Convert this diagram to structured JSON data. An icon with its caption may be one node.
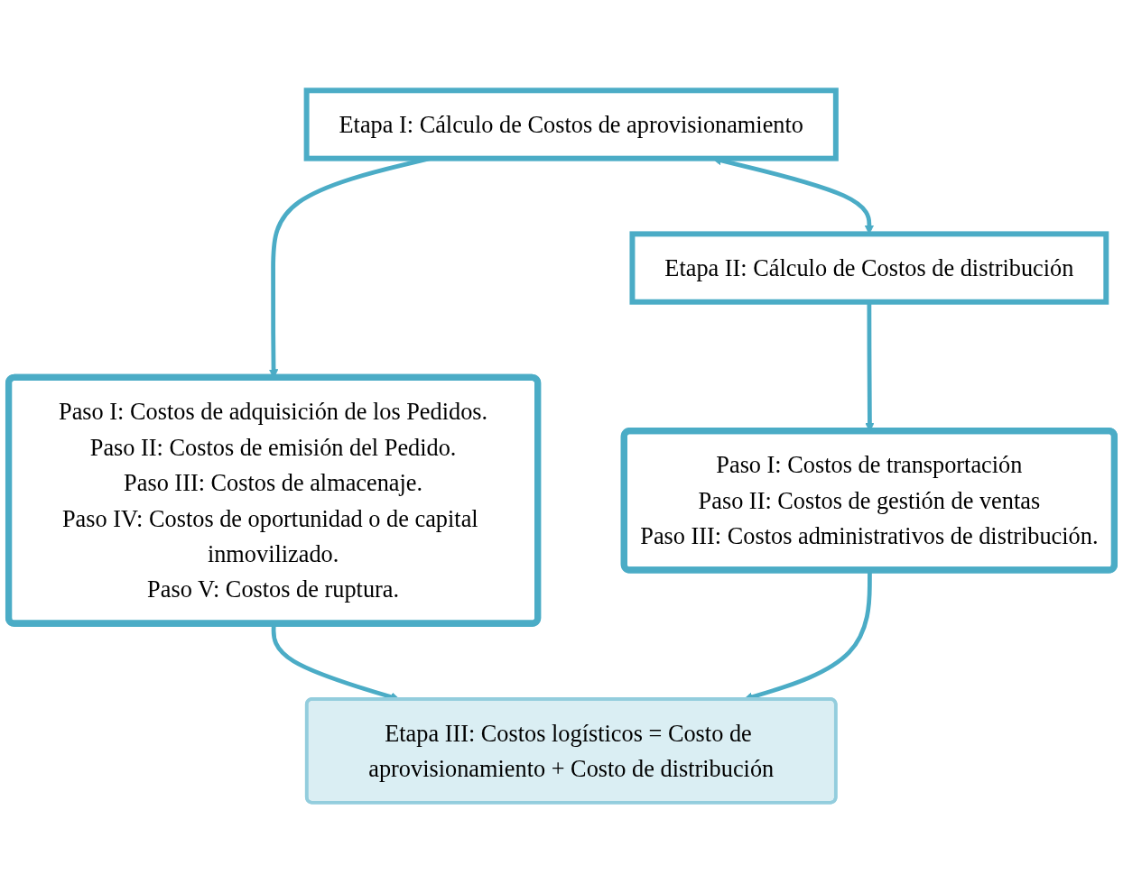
{
  "diagram": {
    "nodes": [
      {
        "text": [
          "Etapa I: Cálculo de Costos de aprovisionamiento"
        ]
      },
      {
        "text": [
          "Etapa II: Cálculo de Costos de distribución"
        ]
      },
      {
        "text": [
          "Paso I: Costos de adquisición de los Pedidos.",
          "Paso II: Costos de emisión del Pedido.",
          "Paso III: Costos de almacenaje.",
          "Paso IV: Costos de oportunidad o de capital inmovilizado.",
          "Paso V: Costos de ruptura."
        ]
      },
      {
        "text": [
          "Paso I: Costos de transportación",
          "Paso II: Costos de gestión de ventas",
          "Paso III: Costos administrativos de distribución."
        ]
      },
      {
        "text": [
          "Etapa III: Costos logísticos = Costo de aprovisionamiento + Costo de distribución"
        ]
      }
    ],
    "edges": [
      {
        "from": 0,
        "to": 1,
        "arrow": "both"
      },
      {
        "from": 0,
        "to": 2,
        "arrow": "to"
      },
      {
        "from": 1,
        "to": 3,
        "arrow": "to"
      },
      {
        "from": 2,
        "to": 4,
        "arrow": "to"
      },
      {
        "from": 3,
        "to": 4,
        "arrow": "to"
      }
    ]
  }
}
